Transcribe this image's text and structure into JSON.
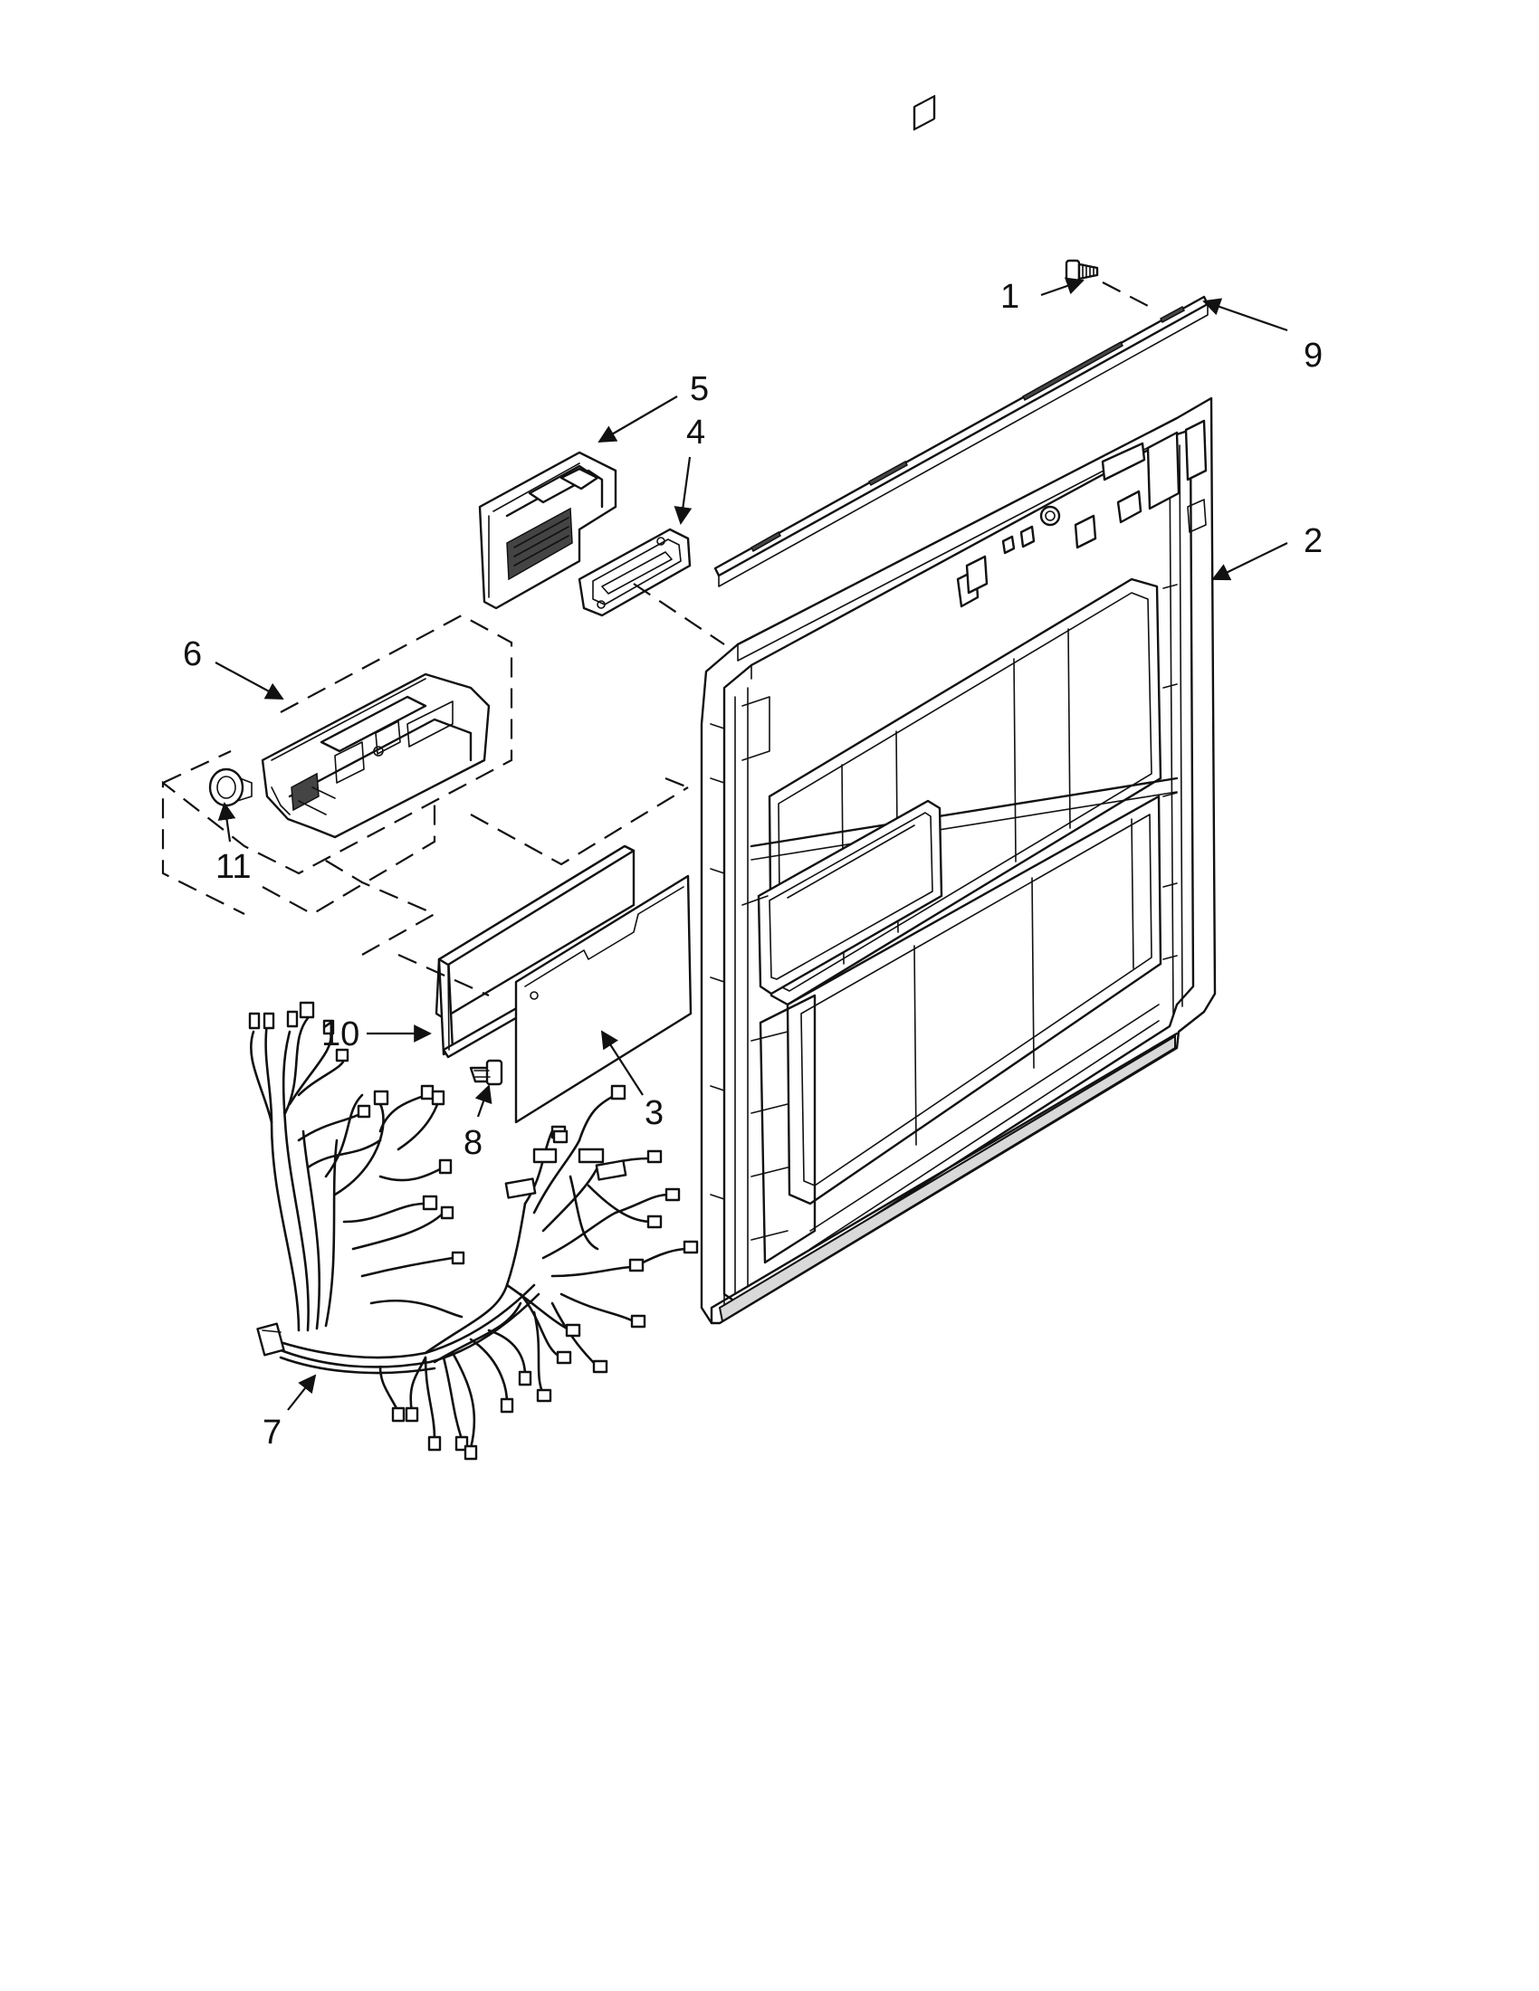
{
  "diagram": {
    "type": "exploded-parts-view",
    "callouts": [
      {
        "id": "1",
        "label": "1"
      },
      {
        "id": "2",
        "label": "2"
      },
      {
        "id": "3",
        "label": "3"
      },
      {
        "id": "4",
        "label": "4"
      },
      {
        "id": "5",
        "label": "5"
      },
      {
        "id": "6",
        "label": "6"
      },
      {
        "id": "7",
        "label": "7"
      },
      {
        "id": "8",
        "label": "8"
      },
      {
        "id": "9",
        "label": "9"
      },
      {
        "id": "10",
        "label": "10"
      },
      {
        "id": "11",
        "label": "11"
      }
    ]
  }
}
